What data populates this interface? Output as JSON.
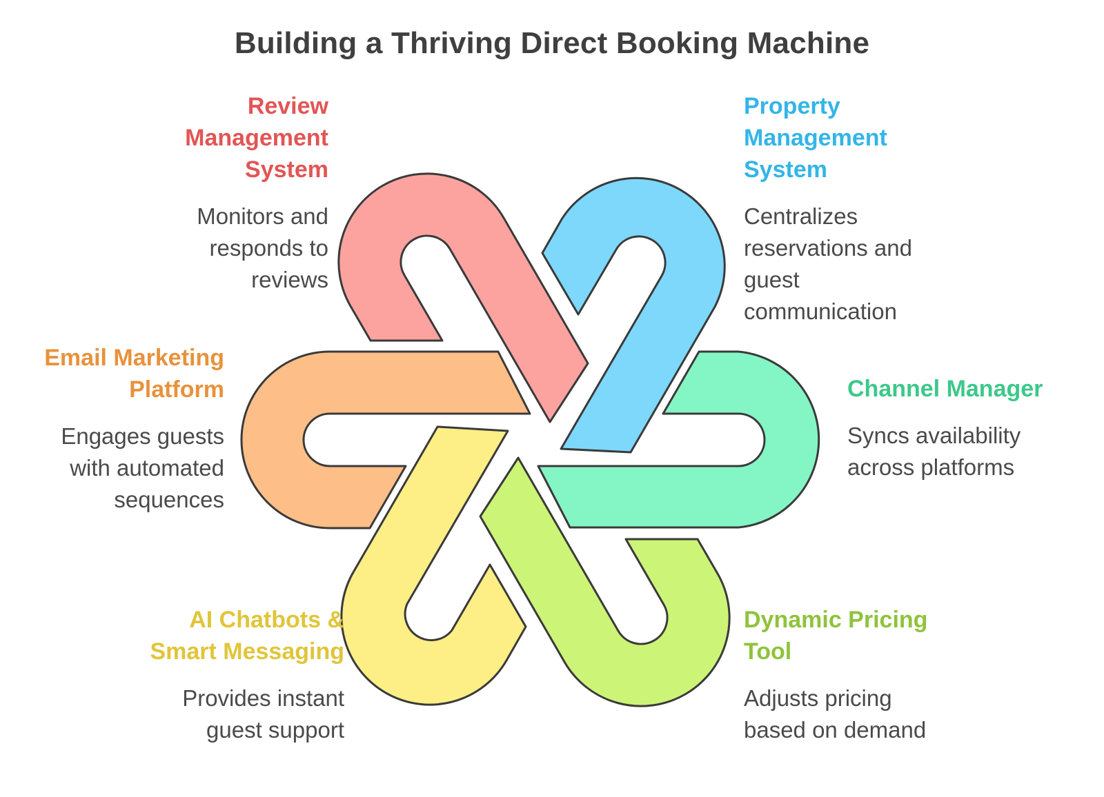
{
  "title": "Building a Thriving Direct Booking Machine",
  "colors": {
    "review": "#e25555",
    "property": "#33b5e8",
    "channel": "#3cc88a",
    "pricing": "#8fc33c",
    "chatbots": "#e0c53a",
    "email": "#e8923c",
    "review_fill": "#fca3a0",
    "property_fill": "#7dd8fb",
    "channel_fill": "#84f5c4",
    "pricing_fill": "#ccf477",
    "chatbots_fill": "#fdee85",
    "email_fill": "#fdbf87",
    "outline": "#3a3a3a",
    "text": "#4a4a4a"
  },
  "items": {
    "review": {
      "label": [
        "Review",
        "Management",
        "System"
      ],
      "desc": [
        "Monitors and",
        "responds to",
        "reviews"
      ]
    },
    "property": {
      "label": [
        "Property",
        "Management",
        "System"
      ],
      "desc": [
        "Centralizes",
        "reservations and",
        "guest",
        "communication"
      ]
    },
    "email": {
      "label": [
        "Email Marketing",
        "Platform"
      ],
      "desc": [
        "Engages guests",
        "with automated",
        "sequences"
      ]
    },
    "channel": {
      "label": [
        "Channel Manager"
      ],
      "desc": [
        "Syncs availability",
        "across platforms"
      ]
    },
    "chatbots": {
      "label": [
        "AI Chatbots &",
        "Smart Messaging"
      ],
      "desc": [
        "Provides instant",
        "guest support"
      ]
    },
    "pricing": {
      "label": [
        "Dynamic Pricing",
        "Tool"
      ],
      "desc": [
        "Adjusts pricing",
        "based on demand"
      ]
    }
  }
}
